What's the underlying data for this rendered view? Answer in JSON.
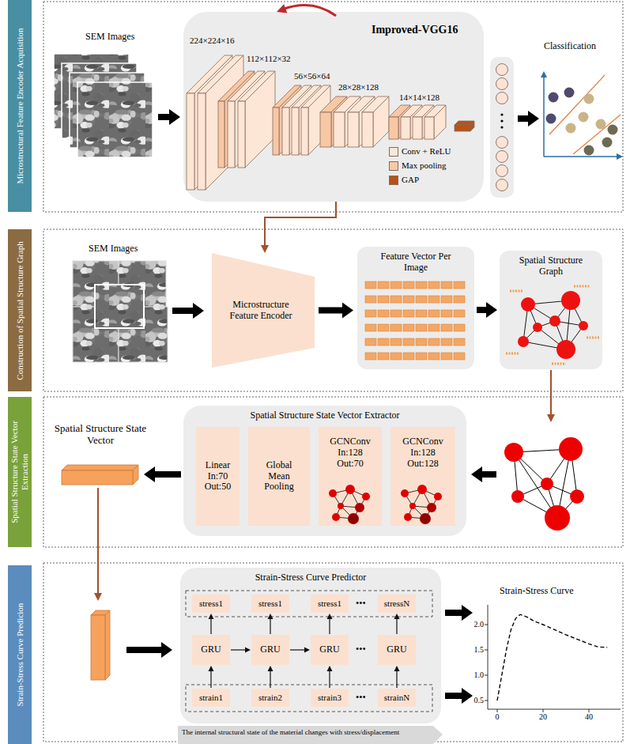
{
  "diagram": {
    "nodes": [
      {
        "text": [
          "Microstructural Feature Encoder Acquisition"
        ]
      },
      {
        "text": [
          "Improved-VGG16"
        ]
      },
      {
        "text": [
          "Construction of Spatial Structure Graph"
        ]
      },
      {
        "text": [
          "Microstructure Feature Encoder"
        ]
      },
      {
        "text": [
          "Feature Vector Per Image"
        ]
      },
      {
        "text": [
          "Spatial Structure Graph"
        ]
      },
      {
        "text": [
          "Spatial Structure State Vector Extraction"
        ]
      },
      {
        "text": [
          "Spatial Structure State Vector Extractor"
        ]
      },
      {
        "text": [
          "Linear In:70 Out:50"
        ],
        "in": 7
      },
      {
        "text": [
          "Global Mean Pooling"
        ],
        "in": 7
      },
      {
        "text": [
          "GCNConv In:128 Out:70"
        ],
        "in": 7
      },
      {
        "text": [
          "GCNConv In:128 Out:128"
        ],
        "in": 7
      },
      {
        "text": [
          "Strain-Stress Curve Predicion"
        ]
      },
      {
        "text": [
          "Strain-Stress Curve Predictor"
        ]
      },
      {
        "text": [
          "stress1"
        ],
        "in": 13
      },
      {
        "text": [
          "stress1"
        ],
        "in": 13
      },
      {
        "text": [
          "stress1"
        ],
        "in": 13
      },
      {
        "text": [
          "stressN"
        ],
        "in": 13
      },
      {
        "text": [
          "GRU"
        ],
        "in": 13
      },
      {
        "text": [
          "GRU"
        ],
        "in": 13
      },
      {
        "text": [
          "GRU"
        ],
        "in": 13
      },
      {
        "text": [
          "GRU"
        ],
        "in": 13
      },
      {
        "text": [
          "strain1"
        ],
        "in": 13
      },
      {
        "text": [
          "strain2"
        ],
        "in": 13
      },
      {
        "text": [
          "strain3"
        ],
        "in": 13
      },
      {
        "text": [
          "strainN"
        ],
        "in": 13
      }
    ],
    "edges": [
      {
        "from": 1,
        "to": 3,
        "arrow": "to"
      },
      {
        "from": 3,
        "to": 4,
        "arrow": "to"
      },
      {
        "from": 4,
        "to": 5,
        "arrow": "to"
      },
      {
        "from": 22,
        "to": 18,
        "arrow": "to"
      },
      {
        "from": 23,
        "to": 19,
        "arrow": "to"
      },
      {
        "from": 24,
        "to": 20,
        "arrow": "to"
      },
      {
        "from": 25,
        "to": 21,
        "arrow": "to"
      },
      {
        "from": 18,
        "to": 14,
        "arrow": "to"
      },
      {
        "from": 19,
        "to": 15,
        "arrow": "to"
      },
      {
        "from": 20,
        "to": 16,
        "arrow": "to"
      },
      {
        "from": 21,
        "to": 17,
        "arrow": "to"
      },
      {
        "from": 18,
        "to": 19,
        "arrow": "to"
      },
      {
        "from": 19,
        "to": 20,
        "arrow": "to"
      }
    ],
    "labels": [
      "SEM Images",
      "224×224×16",
      "112×112×32",
      "56×56×64",
      "28×28×128",
      "14×14×128",
      "Classification",
      "SEM Images",
      "Spatial Structure State Vector",
      "•••",
      "•••",
      "•••",
      "Strain-Stress Curve",
      "2.0",
      "1.5",
      "1.0",
      "0.5",
      "0",
      "20",
      "40",
      "The internal structural state of the material changes with stress/displacement"
    ],
    "legend": [
      {
        "text": "Conv + ReLU",
        "color": "#fde6d6"
      },
      {
        "text": "Max pooling",
        "color": "#f8c7a6"
      },
      {
        "text": "GAP",
        "color": "#b5531b"
      }
    ]
  }
}
